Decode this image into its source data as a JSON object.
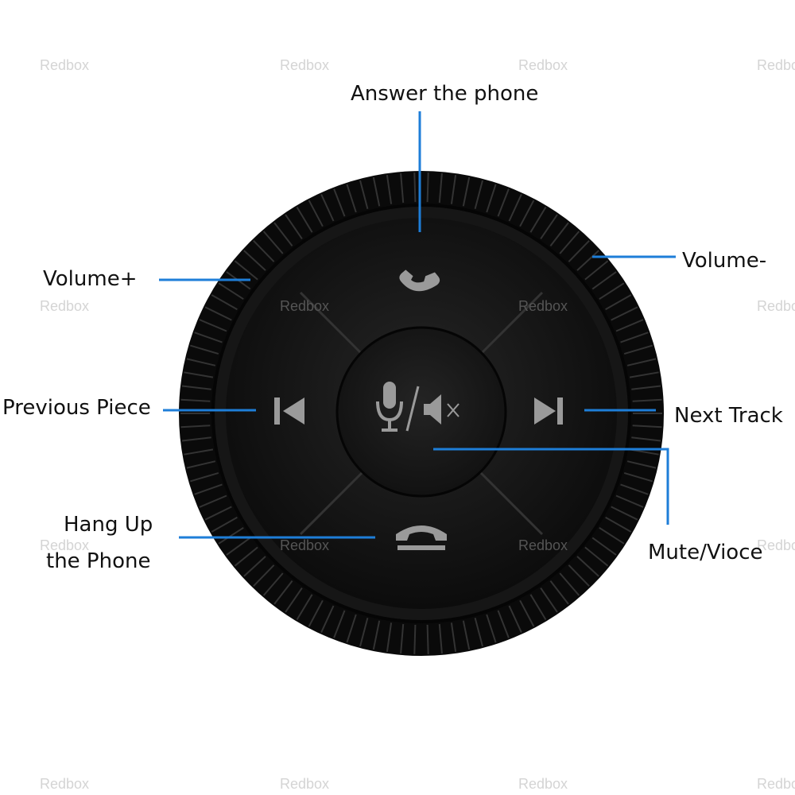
{
  "colors": {
    "leader_line": "#1e7ed8",
    "knob_body": "#141414",
    "icon_gray": "#9a9a9a",
    "background": "#ffffff"
  },
  "labels": {
    "answer": "Answer the phone",
    "volume_plus": "Volume+",
    "volume_minus": "Volume-",
    "previous": "Previous Piece",
    "next": "Next Track",
    "hang_up_line1": "Hang Up",
    "hang_up_line2": "the Phone",
    "mute": "Mute/Vioce"
  },
  "watermark": "Redbox",
  "icons": [
    "phone-answer-icon",
    "phone-hangup-icon",
    "previous-track-icon",
    "next-track-icon",
    "microphone-icon",
    "mute-speaker-icon"
  ]
}
